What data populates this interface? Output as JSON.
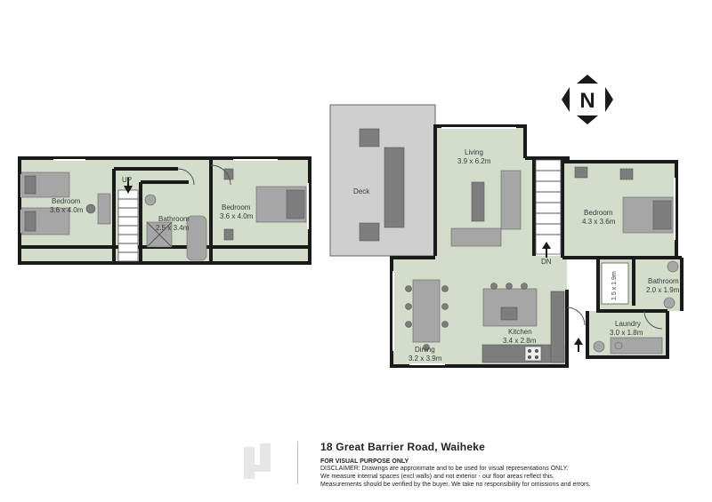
{
  "compass": {
    "letter": "N"
  },
  "rooms": {
    "bedroom_left": {
      "name": "Bedroom",
      "dims": "3.6 x 4.0m"
    },
    "bathroom_upper": {
      "name": "Bathroom",
      "dims": "2.5 x 3.4m"
    },
    "bedroom_mid": {
      "name": "Bedroom",
      "dims": "3.6 x 4.0m"
    },
    "deck": {
      "name": "Deck"
    },
    "living": {
      "name": "Living",
      "dims": "3.9 x 6.2m"
    },
    "bedroom_right": {
      "name": "Bedroom",
      "dims": "4.3 x 3.6m"
    },
    "bathroom_lower": {
      "name": "Bathroom",
      "dims": "2.0 x 1.9m"
    },
    "closet": {
      "dims": "1.5 x 1.9m"
    },
    "laundry": {
      "name": "Laundry",
      "dims": "3.0 x 1.8m"
    },
    "kitchen": {
      "name": "Kitchen",
      "dims": "3.4 x 2.8m"
    },
    "dining": {
      "name": "Dining",
      "dims": "3.2 x 3.9m"
    }
  },
  "stairs": {
    "up": "UP",
    "down": "DN"
  },
  "footer": {
    "address": "18 Great Barrier Road, Waiheke",
    "visual_note": "FOR VISUAL PURPOSE ONLY",
    "disclaimer_1": "DISCLAIMER: Drawings are approximate and to be used for visual representations ONLY.",
    "disclaimer_2": "We measure internal spaces (excl walls) and not exterior - our floor areas reflect this.",
    "disclaimer_3": "Measurements should be verified by the buyer. We take no responsibility for omissions and errors."
  },
  "colors": {
    "floor": "#d4dccb",
    "deck": "#cfcfcf",
    "wall": "#1a1a1a",
    "furniture": "#7d7d7d"
  }
}
